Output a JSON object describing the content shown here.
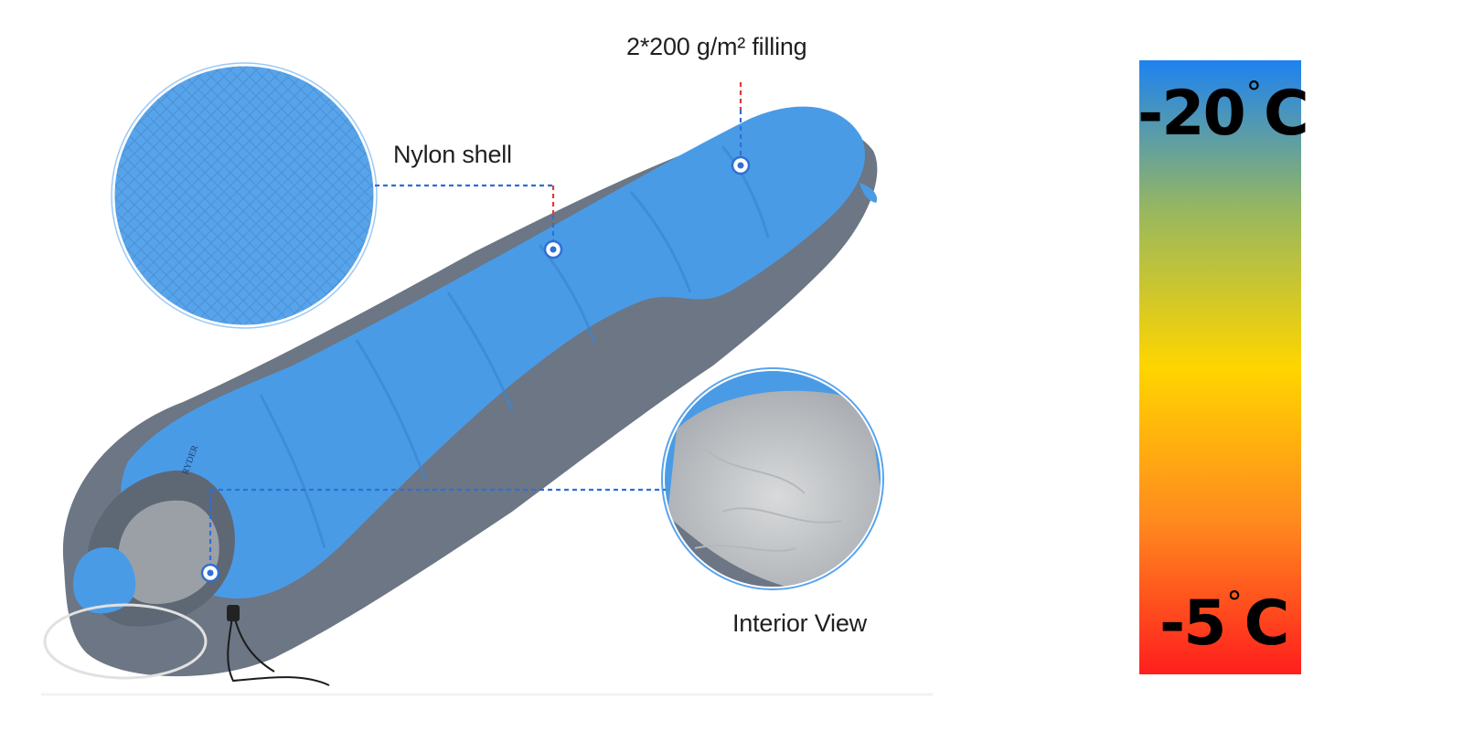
{
  "callouts": {
    "filling": "2*200 g/m² filling",
    "shell": "Nylon shell",
    "interior": "Interior View"
  },
  "brand_mark": "RYDER",
  "temperature_scale": {
    "high": "-20",
    "low": "-5",
    "unit": "C",
    "degree_symbol": "°",
    "gradient_colors": [
      "#1e82f0",
      "#9ab85c",
      "#ffd500",
      "#ff8a1e",
      "#ff1e1e"
    ]
  },
  "colors": {
    "shell_blue": "#4a9be6",
    "shell_blue_light": "#6db2f2",
    "side_gray": "#6c7684",
    "interior_gray": "#c9cbcd",
    "callout_line_blue": "#2f6fd6",
    "callout_line_red": "#e03a3a"
  }
}
